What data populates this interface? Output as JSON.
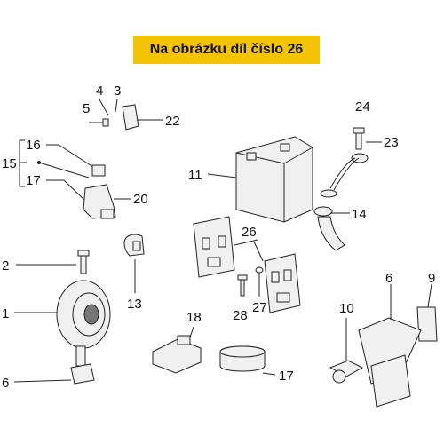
{
  "banner": {
    "text": "Na obrázku díl číslo 26"
  },
  "callouts": {
    "c1": "1",
    "c2": "2",
    "c3": "3",
    "c4": "4",
    "c5": "5",
    "c6a": "6",
    "c6b": "6",
    "c9": "9",
    "c10": "10",
    "c11": "11",
    "c13": "13",
    "c14": "14",
    "c15": "15",
    "c16": "16",
    "c17a": "17",
    "c17b": "17",
    "c18": "18",
    "c20": "20",
    "c22": "22",
    "c23": "23",
    "c24": "24",
    "c26": "26",
    "c27": "27",
    "c28": "28"
  },
  "colors": {
    "banner": "#f5c400"
  }
}
